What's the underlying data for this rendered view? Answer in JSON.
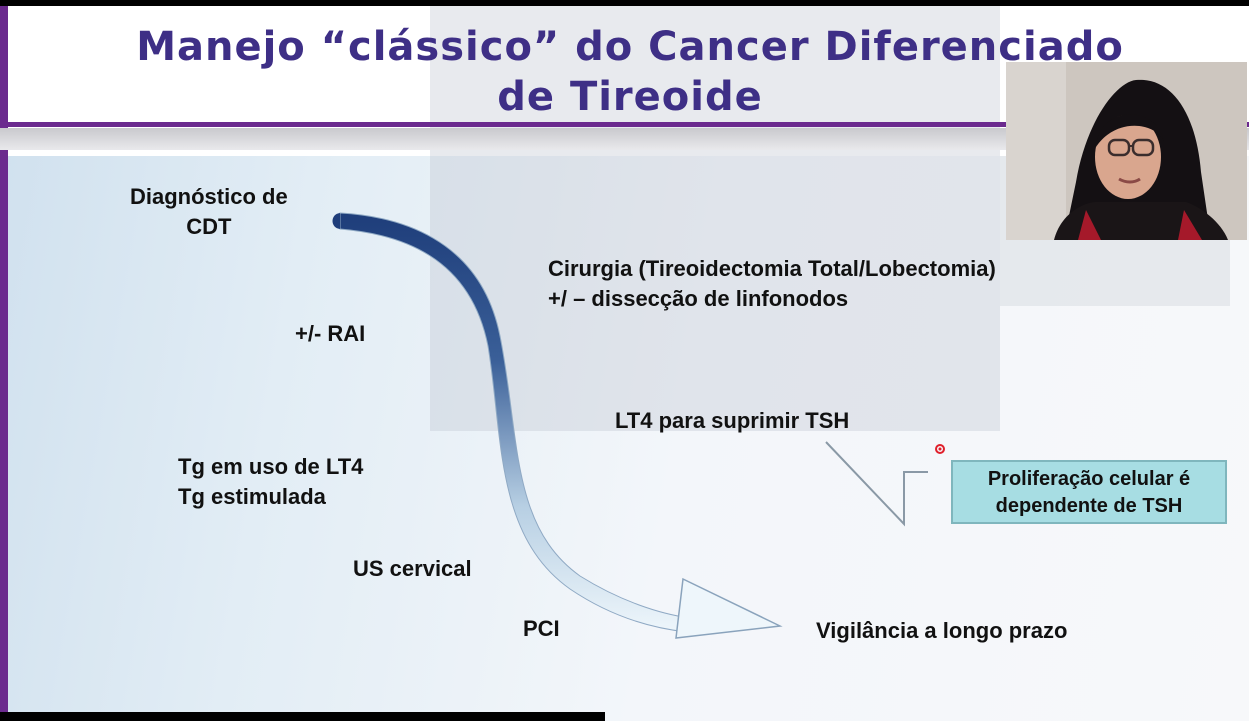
{
  "slide": {
    "title_line1": "Manejo “clássico” do Cancer Diferenciado",
    "title_line2": "de Tireoide"
  },
  "labels": {
    "diagnostico_line1": "Diagnóstico de",
    "diagnostico_line2": "CDT",
    "cirurgia_line1": "Cirurgia (Tireoidectomia Total/Lobectomia)",
    "cirurgia_line2": "+/ – dissecção de linfonodos",
    "rai": "+/- RAI",
    "lt4": "LT4 para suprimir TSH",
    "tg_line1": "Tg em uso de LT4",
    "tg_line2": "Tg estimulada",
    "us": "US cervical",
    "pci": "PCI",
    "vigilancia": "Vigilância a longo prazo"
  },
  "callout": {
    "line1": "Proliferação celular é",
    "line2": "dependente de TSH"
  },
  "colors": {
    "title": "#3e2f86",
    "accent_bar": "#6b2a8e",
    "arrow_dark": "#1e3d7a",
    "arrow_light": "#eef6fb",
    "callout_bg": "#a7dde3",
    "laser_pointer": "#e01f2a"
  },
  "icons": {
    "presenter_video": "webcam-feed",
    "pointer": "laser-pointer-dot"
  }
}
